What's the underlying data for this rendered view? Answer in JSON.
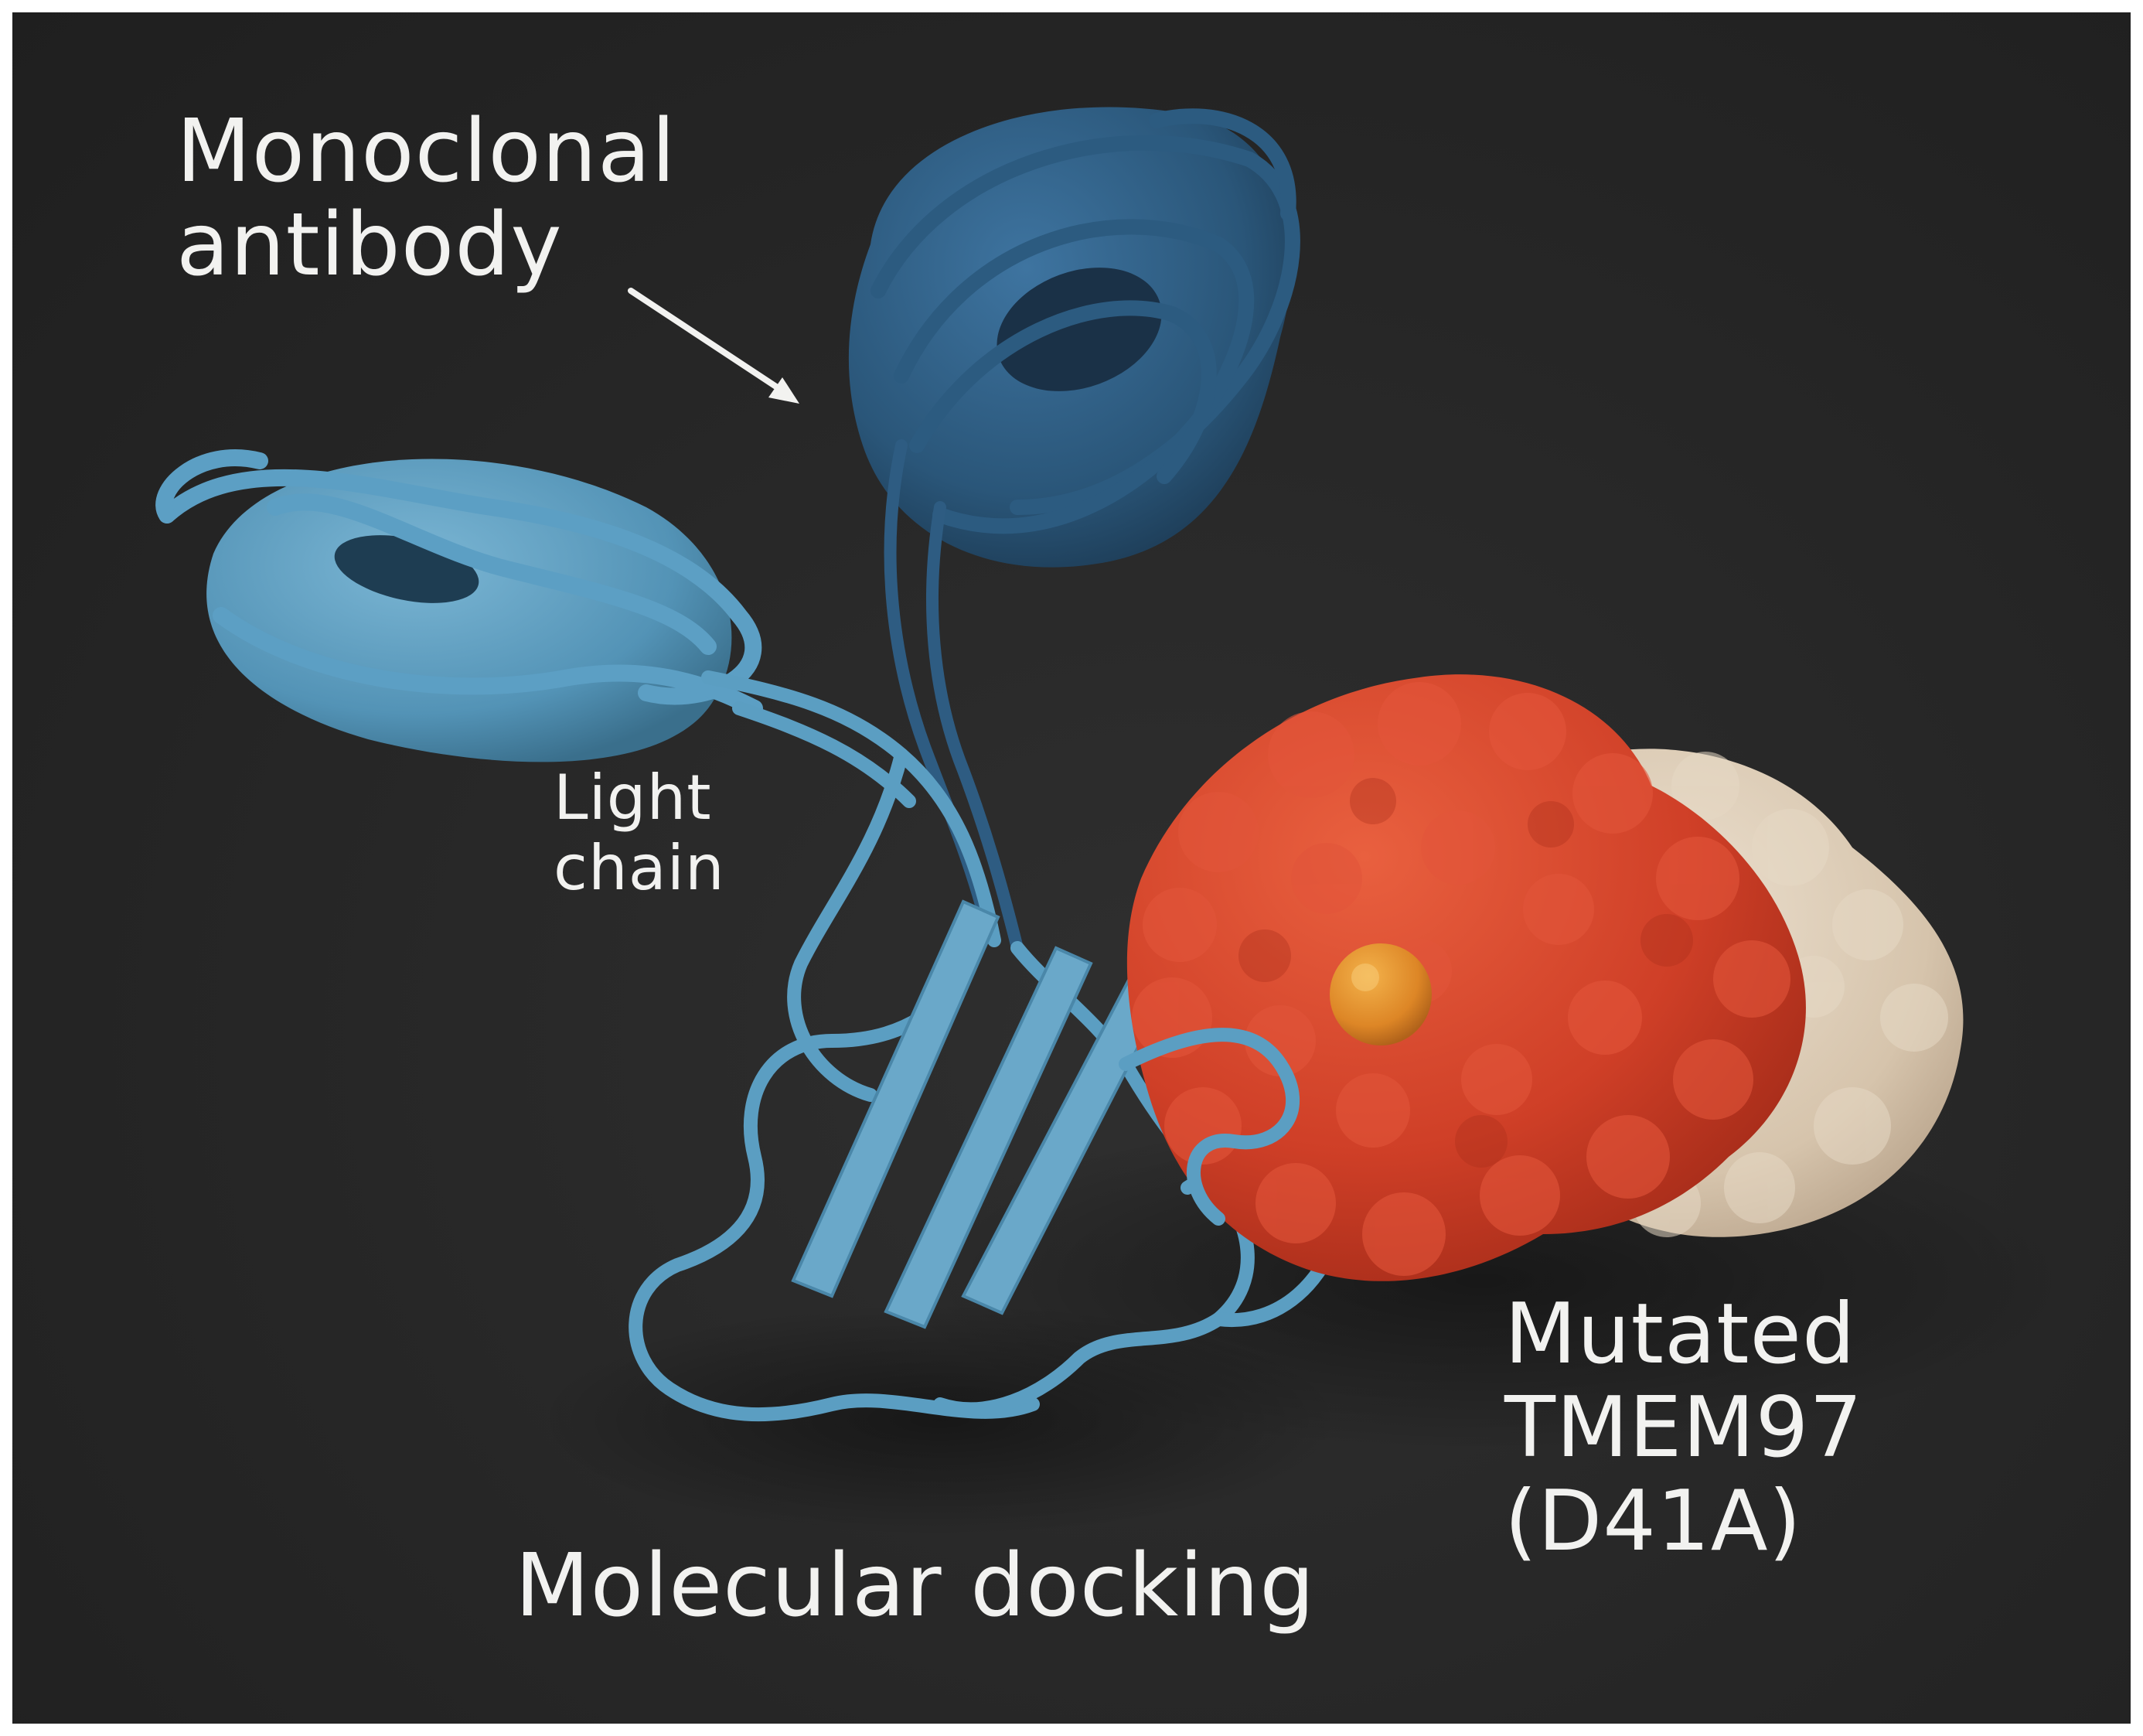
{
  "labels": {
    "antibody": {
      "line1": "Monoclonal",
      "line2": "antibody"
    },
    "light_chain": {
      "line1": "Light",
      "line2": "chain"
    },
    "mutant": {
      "line1": "Mutated",
      "line2": "TMEM97",
      "line3": "(D41A)"
    },
    "caption": "Molecular docking"
  },
  "colors": {
    "background": "#262626",
    "heavy_chain": "#2f5f86",
    "light_chain": "#5b9ec2",
    "mutated_protein": "#d4432b",
    "protein_partner": "#d8c7b0",
    "binding_site": "#e08a2a",
    "label_text": "#f2f2f0"
  }
}
